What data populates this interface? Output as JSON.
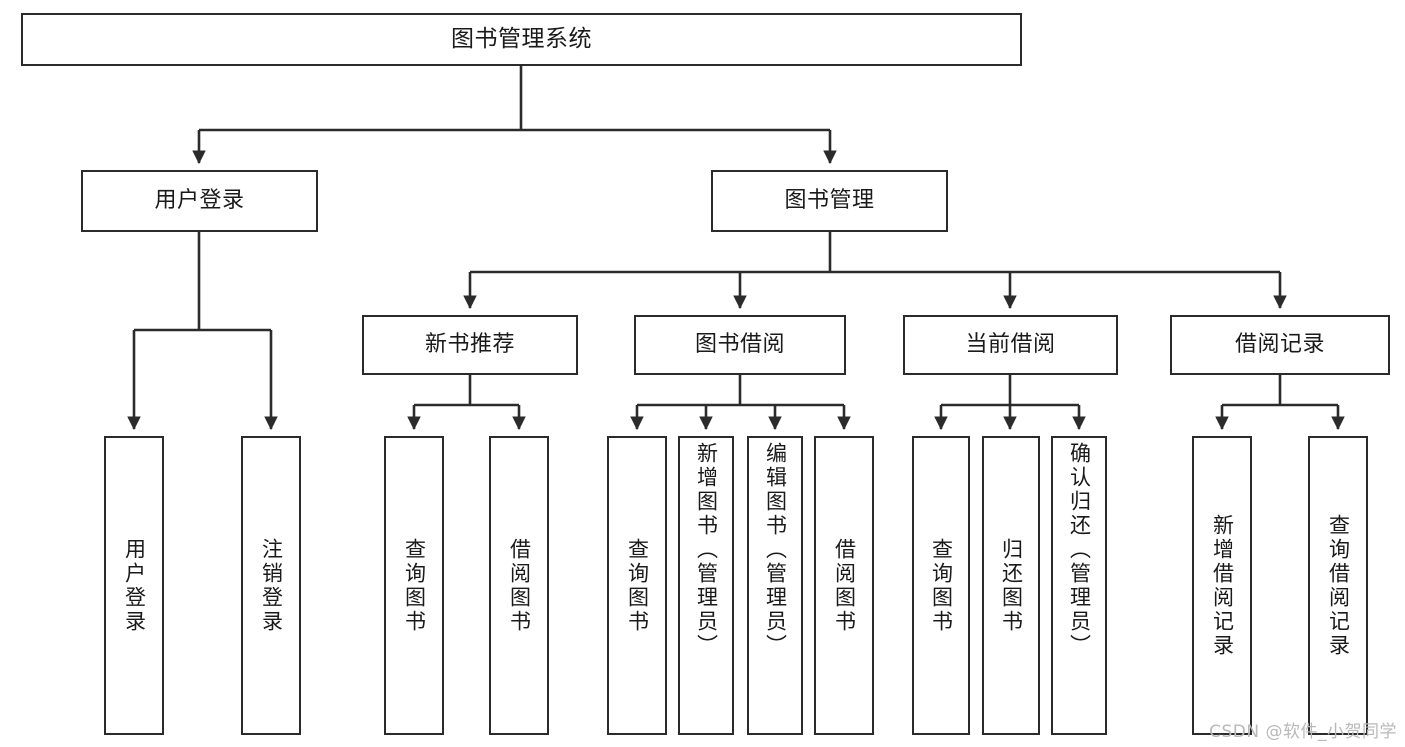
{
  "diagram": {
    "title": "图书管理系统",
    "type": "功能结构图",
    "watermark": "CSDN @软件_小贺同学",
    "colors": {
      "box_border": "#2b2b2b",
      "box_fill": "#ffffff",
      "connector": "#2b2b2b",
      "text": "#1a1a1a",
      "watermark": "#b9b9b9",
      "background": "#ffffff"
    },
    "levels": {
      "level1": "系统",
      "level2": "模块",
      "level3": "子模块",
      "level4": "功能项"
    }
  },
  "nodes": {
    "root": {
      "label": "图书管理系统"
    },
    "level2": [
      {
        "id": "user-login",
        "label": "用户登录"
      },
      {
        "id": "book-manage",
        "label": "图书管理"
      }
    ],
    "level3": [
      {
        "id": "new-book-rec",
        "label": "新书推荐"
      },
      {
        "id": "book-borrow",
        "label": "图书借阅"
      },
      {
        "id": "current-borrow",
        "label": "当前借阅"
      },
      {
        "id": "borrow-record",
        "label": "借阅记录"
      }
    ],
    "level4": {
      "user_login": [
        {
          "id": "leaf-user-login",
          "label": "用户登录"
        },
        {
          "id": "leaf-logout",
          "label": "注销登录"
        }
      ],
      "new_book_rec": [
        {
          "id": "leaf-query-book-1",
          "label": "查询图书"
        },
        {
          "id": "leaf-borrow-book-1",
          "label": "借阅图书"
        }
      ],
      "book_borrow": [
        {
          "id": "leaf-query-book-2",
          "label": "查询图书"
        },
        {
          "id": "leaf-add-book",
          "label": "新增图书（管理员）"
        },
        {
          "id": "leaf-edit-book",
          "label": "编辑图书（管理员）"
        },
        {
          "id": "leaf-borrow-book-2",
          "label": "借阅图书"
        }
      ],
      "current_borrow": [
        {
          "id": "leaf-query-book-3",
          "label": "查询图书"
        },
        {
          "id": "leaf-return-book",
          "label": "归还图书"
        },
        {
          "id": "leaf-confirm-return",
          "label": "确认归还（管理员）"
        }
      ],
      "borrow_record": [
        {
          "id": "leaf-add-record",
          "label": "新增借阅记录"
        },
        {
          "id": "leaf-query-record",
          "label": "查询借阅记录"
        }
      ]
    }
  },
  "edges": [
    {
      "from": "图书管理系统",
      "to": "用户登录"
    },
    {
      "from": "图书管理系统",
      "to": "图书管理"
    },
    {
      "from": "用户登录",
      "to": "用户登录"
    },
    {
      "from": "用户登录",
      "to": "注销登录"
    },
    {
      "from": "图书管理",
      "to": "新书推荐"
    },
    {
      "from": "图书管理",
      "to": "图书借阅"
    },
    {
      "from": "图书管理",
      "to": "当前借阅"
    },
    {
      "from": "图书管理",
      "to": "借阅记录"
    },
    {
      "from": "新书推荐",
      "to": "查询图书"
    },
    {
      "from": "新书推荐",
      "to": "借阅图书"
    },
    {
      "from": "图书借阅",
      "to": "查询图书"
    },
    {
      "from": "图书借阅",
      "to": "新增图书（管理员）"
    },
    {
      "from": "图书借阅",
      "to": "编辑图书（管理员）"
    },
    {
      "from": "图书借阅",
      "to": "借阅图书"
    },
    {
      "from": "当前借阅",
      "to": "查询图书"
    },
    {
      "from": "当前借阅",
      "to": "归还图书"
    },
    {
      "from": "当前借阅",
      "to": "确认归还（管理员）"
    },
    {
      "from": "借阅记录",
      "to": "新增借阅记录"
    },
    {
      "from": "借阅记录",
      "to": "查询借阅记录"
    }
  ]
}
